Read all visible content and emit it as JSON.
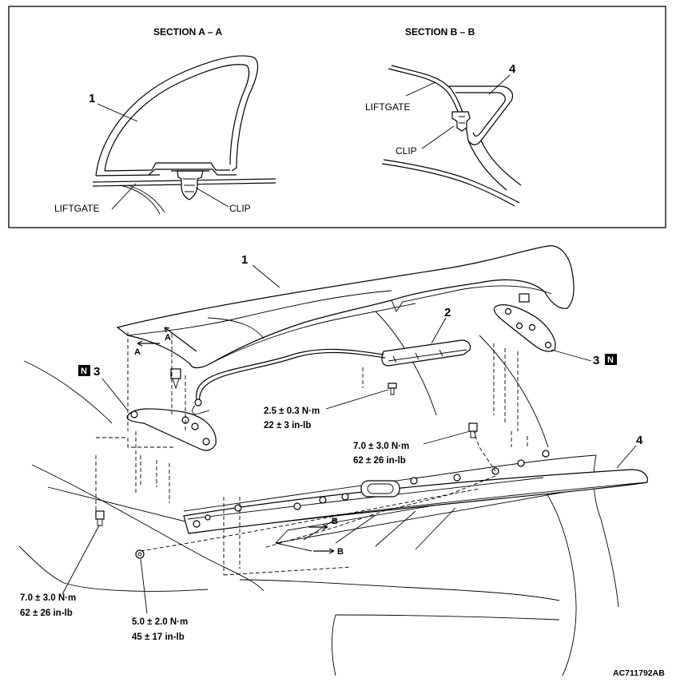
{
  "sections": {
    "a": {
      "title": "SECTION A – A",
      "part_number": "1",
      "liftgate_label": "LIFTGATE",
      "clip_label": "CLIP"
    },
    "b": {
      "title": "SECTION B – B",
      "part_number": "4",
      "liftgate_label": "LIFTGATE",
      "clip_label": "CLIP"
    }
  },
  "main": {
    "parts": {
      "spoiler": "1",
      "lamp": "2",
      "gasket_right": "3",
      "gasket_left": "3",
      "garnish": "4"
    },
    "badge_text": "N",
    "section_arrows": {
      "a1": "A",
      "a2": "A",
      "b1": "B",
      "b2": "B"
    },
    "torques": {
      "lamp": {
        "nm": "2.5 ± 0.3 N·m",
        "inlb": "22 ± 3 in-lb"
      },
      "right": {
        "nm": "7.0 ± 3.0 N·m",
        "inlb": "62 ± 26 in-lb"
      },
      "left": {
        "nm": "7.0 ± 3.0 N·m",
        "inlb": "62 ± 26 in-lb"
      },
      "bottom": {
        "nm": "5.0 ± 2.0 N·m",
        "inlb": "45 ± 17 in-lb"
      }
    }
  },
  "figure_id": "AC711792AB"
}
